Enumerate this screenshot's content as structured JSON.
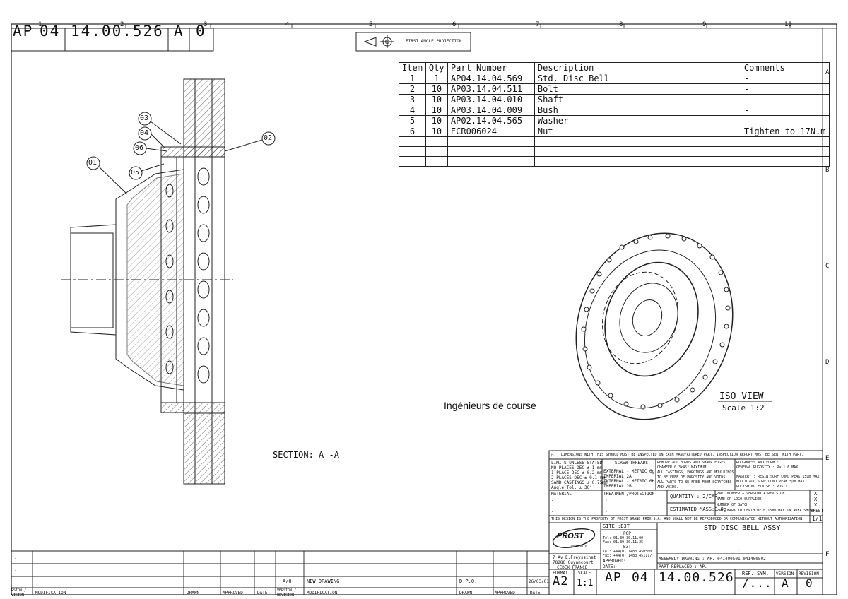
{
  "header": {
    "doc_prefix": "AP",
    "doc_group": "04",
    "doc_number": "14.00.526",
    "doc_version": "A",
    "doc_revision": "0",
    "projection_label": "FIRST ANGLE PROJECTION"
  },
  "grid": {
    "columns": [
      "1",
      "2",
      "3",
      "4",
      "5",
      "6",
      "7",
      "8",
      "9",
      "10"
    ],
    "rows": [
      "A",
      "B",
      "C",
      "D",
      "E",
      "F"
    ]
  },
  "bom": {
    "headers": [
      "Item",
      "Qty",
      "Part Number",
      "Description",
      "Comments"
    ],
    "rows": [
      [
        "1",
        "1",
        "AP04.14.04.569",
        "Std. Disc Bell",
        "-"
      ],
      [
        "2",
        "10",
        "AP03.14.04.511",
        "Bolt",
        "-"
      ],
      [
        "3",
        "10",
        "AP03.14.04.010",
        "Shaft",
        "-"
      ],
      [
        "4",
        "10",
        "AP03.14.04.009",
        "Bush",
        "-"
      ],
      [
        "5",
        "10",
        "AP02.14.04.565",
        "Washer",
        "-"
      ],
      [
        "6",
        "10",
        "ECR006024",
        "Nut",
        "Tighten to 17N.m"
      ]
    ]
  },
  "balloons": [
    "03",
    "04",
    "06",
    "05",
    "01",
    "02"
  ],
  "labels": {
    "section": "SECTION: A -A",
    "iso_view": "ISO VIEW",
    "iso_scale": "Scale 1:2",
    "watermark": "Ingénieurs de course"
  },
  "title_block": {
    "notice": "DIMENSIONS WITH THIS SYMBOL MUST BE INSPECTED ON EACH MANUFACTURED PART. INSPECTION REPORT MUST BE SENT WITH PART.",
    "limits_title": "LIMITS UNLESS STATED",
    "limits": [
      "NO PLACES DEC   ± 1  mm",
      "1 PLACE DEC    ± 0.2 mm",
      "2 PLACES DEC   ± 0.1 mm",
      "SAND CASTINGS  ± 0.75mm",
      "Angle Tol.     ± 30'"
    ],
    "threads_title": "SCREW THREADS",
    "threads": [
      "EXTERNAL  -  METRIC 6g",
      "           IMPERIAL 2A",
      "INTERNAL  -  METRIC 6H",
      "           IMPERIAL 2B"
    ],
    "burrs": [
      "REMOVE ALL BURRS AND SHARP EDGES,",
      "CHAMFER 0.3x45° MAXIMUM.",
      "ALL CASTINGS, FORGINGS AND MOULDINGS",
      "TO BE FREE OF POROSITY AND VOIDS.",
      "ALL PARTS TO BE FREE FROM SCRATCHES",
      "AND VOIDS."
    ],
    "roughness": [
      "ROUGHNESS AND FORM :",
      "GENERAL RUGOSITY : Ra 1.6 MAX",
      "MASTERY : RESIN SURF COND PEAK 15µm MAX",
      "MOULD     ALU SURF COND PEAK 5µm MAX",
      "           POLISHING FINISH : POS.1"
    ],
    "material_label": "MATERIAL",
    "treatment_label": "TREATMENT/PROTECTION",
    "dash": "-",
    "quantity": "QUANTITY :  2/CAR",
    "mass": "ESTIMATED MASS:0.0g",
    "part_marks": [
      "PART NUMBER + VERSION + REVISION",
      "NAME OR LOGO SUPPLIER",
      "NUMBER OF BATCH",
      "PART MARK TO DEPTH OF 0.15mm MAX IN AREA SHOWN"
    ],
    "mark_x": "X",
    "sheet_label": "SHEET",
    "sheet_value": "1/1",
    "property": "THIS DESIGN IS THE PROPERTY OF PROST GRAND PRIX S.A. AND SHALL NOT BE REPRODUCED OR COMMUNICATED WITHOUT AUTHORIZATION.",
    "logo": "PROST",
    "logo_sub": "GRAND PRIX",
    "address": [
      "7 Av E.Freyssinet",
      "78286 Guyancourt",
      "CEDEX FRANCE"
    ],
    "site": "SITE :B3T",
    "pgp": "PGP",
    "pgp_tel": "Tel: 01.39.30.11.00",
    "pgp_fax": "Fax: 01.39.30.11.25",
    "b3t": "B3T",
    "b3t_tel": "Tel: +44(0) 1483 450500",
    "b3t_fax": "Fax: +44(0) 1483 451117",
    "approved": "APPROVED:",
    "date": "DATE:",
    "title": "STD DISC BELL ASSY",
    "assembly": "ASSEMBLY DRAWING : AP.  041400501 041400502",
    "replaced": "PART REPLACED  :  AP.",
    "format_label": "FORMAT",
    "format_value": "A2",
    "scale_label": "SCALE",
    "scale_value": "1:1",
    "ref_label": "REF. SYM.",
    "ref_value": "/...",
    "version_label": "VERSION",
    "revision_label": "REVISION"
  },
  "revision_block": {
    "entry_version": "A/0",
    "entry_text": "NEW DRAWING",
    "entry_drawn": "D.P.O.",
    "entry_date": "26/03/01",
    "headers": [
      "RSION / VISION",
      "MODIFICATION",
      "DRAWN",
      "APPROVED",
      "DATE",
      "VERSION / REVISION",
      "MODIFICATION",
      "DRAWN",
      "APPROVED",
      "DATE"
    ]
  }
}
